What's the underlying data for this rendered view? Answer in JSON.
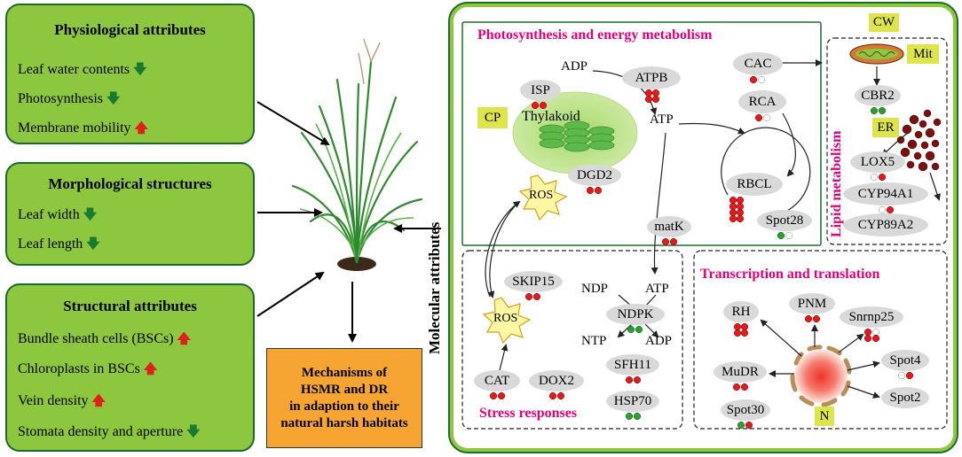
{
  "left_panels": {
    "physiological": {
      "title": "Physiological attributes",
      "items": [
        {
          "label": "Leaf water contents",
          "trend": "down"
        },
        {
          "label": "Photosynthesis",
          "trend": "down"
        },
        {
          "label": "Membrane mobility",
          "trend": "up"
        }
      ]
    },
    "morphological": {
      "title": "Morphological structures",
      "items": [
        {
          "label": "Leaf width",
          "trend": "down"
        },
        {
          "label": "Leaf length",
          "trend": "down"
        }
      ]
    },
    "structural": {
      "title": "Structural attributes",
      "items": [
        {
          "label": "Bundle sheath cells (BSCs)",
          "trend": "up"
        },
        {
          "label": "Chloroplasts in BSCs",
          "trend": "up"
        },
        {
          "label": "Vein density",
          "trend": "up"
        },
        {
          "label": "Stomata density and aperture",
          "trend": "down"
        }
      ]
    }
  },
  "mechanism": {
    "lines": [
      "Mechanisms of",
      "HSMR and DR",
      "in adaption to their",
      "natural harsh habitats"
    ]
  },
  "molecular_label": "Molecular attributes",
  "sections": {
    "photosynthesis": "Photosynthesis and energy metabolism",
    "lipid": "Lipid metabolism",
    "stress": "Stress responses",
    "transcription": "Transcription and translation"
  },
  "tags": {
    "cp": "CP",
    "cw": "CW",
    "mit": "Mit",
    "er": "ER",
    "n": "N"
  },
  "labels": {
    "thylakoid": "Thylakoid",
    "adp": "ADP",
    "atp": "ATP",
    "ros1": "ROS",
    "ros2": "ROS",
    "ndp": "NDP",
    "atp2": "ATP",
    "ntp": "NTP",
    "adp2": "ADP"
  },
  "proteins": {
    "isp": "ISP",
    "atpb": "ATPB",
    "dgd2": "DGD2",
    "cac": "CAC",
    "rca": "RCA",
    "rbcl": "RBCL",
    "spot28": "Spot28",
    "matk": "matK",
    "cbr2": "CBR2",
    "lox5": "LOX5",
    "cyp94a1": "CYP94A1",
    "cyp89a2": "CYP89A2",
    "skip15": "SKIP15",
    "ndpk": "NDPK",
    "cat": "CAT",
    "dox2": "DOX2",
    "sfh11": "SFH11",
    "hsp70": "HSP70",
    "rh": "RH",
    "pnm": "PNM",
    "snrnp25": "Snrnp25",
    "mudr": "MuDR",
    "spot4": "Spot4",
    "spot2": "Spot2",
    "spot30": "Spot30"
  },
  "colors": {
    "panel_green": "#8dc63f",
    "border_green": "#1d6b2a",
    "magenta": "#e4007c",
    "orange": "#f7a532",
    "tag_yellow": "#dde54b",
    "dot_red": "#e31a1c",
    "dot_green": "#2ca02c",
    "arrow_down": "#1a7a30",
    "arrow_up": "#e0201a"
  }
}
